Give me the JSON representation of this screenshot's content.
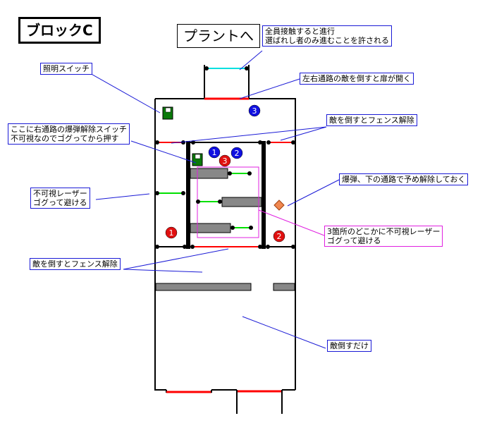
{
  "title": "ブロックC",
  "exit_label": "プラントへ",
  "labels": {
    "all_contact": [
      "全員接触すると進行",
      "選ばれし者のみ進むことを許される"
    ],
    "door_open": "左右通路の敵を倒すと扉が開く",
    "light_switch": "照明スイッチ",
    "fence_release_top": "敵を倒すとフェンス解除",
    "bomb_switch": [
      "ここに右通路の爆弾解除スイッチ",
      "不可視なのでゴグってから押す"
    ],
    "bomb_note": "爆弾、下の通路で予め解除しておく",
    "laser_left": [
      "不可視レーザー",
      "ゴグって避ける"
    ],
    "laser_three": [
      "3箇所のどこかに不可視レーザー",
      "ゴグって避ける"
    ],
    "fence_release_bottom": "敵を倒すとフェンス解除",
    "enemy_only": "敵倒すだけ"
  },
  "markers": [
    {
      "id": "blue-3",
      "text": "3",
      "color": "#1010e0"
    },
    {
      "id": "blue-1",
      "text": "1",
      "color": "#1010e0"
    },
    {
      "id": "blue-2",
      "text": "2",
      "color": "#1010e0"
    },
    {
      "id": "red-3",
      "text": "3",
      "color": "#e01010"
    },
    {
      "id": "red-1",
      "text": "1",
      "color": "#e01010"
    },
    {
      "id": "red-2",
      "text": "2",
      "color": "#e01010"
    }
  ],
  "colors": {
    "wall": "#000000",
    "door": "#ff0000",
    "laser": "#00e000",
    "goal_line": "#00e0e0",
    "leader": "#1a1ad6",
    "laser_zone": "#e020e0",
    "block": "#888888",
    "switch": "#0a7a0a",
    "bomb": "#f08850"
  }
}
